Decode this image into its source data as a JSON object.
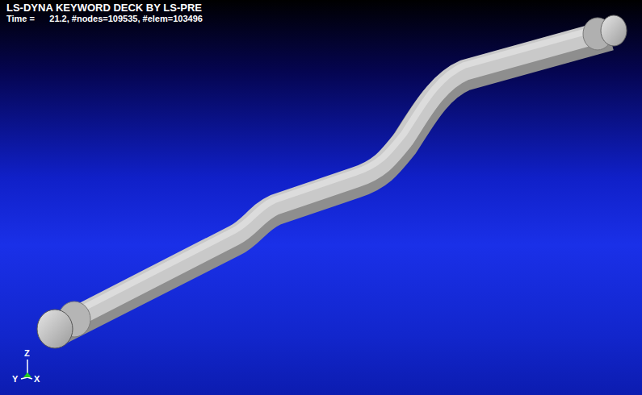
{
  "diagram": {
    "title": "LS-DYNA KEYWORD DECK BY LS-PRE",
    "labels": [
      "Time =      21.2, #nodes=109535, #elem=103496",
      "Z",
      "Y",
      "X"
    ]
  }
}
